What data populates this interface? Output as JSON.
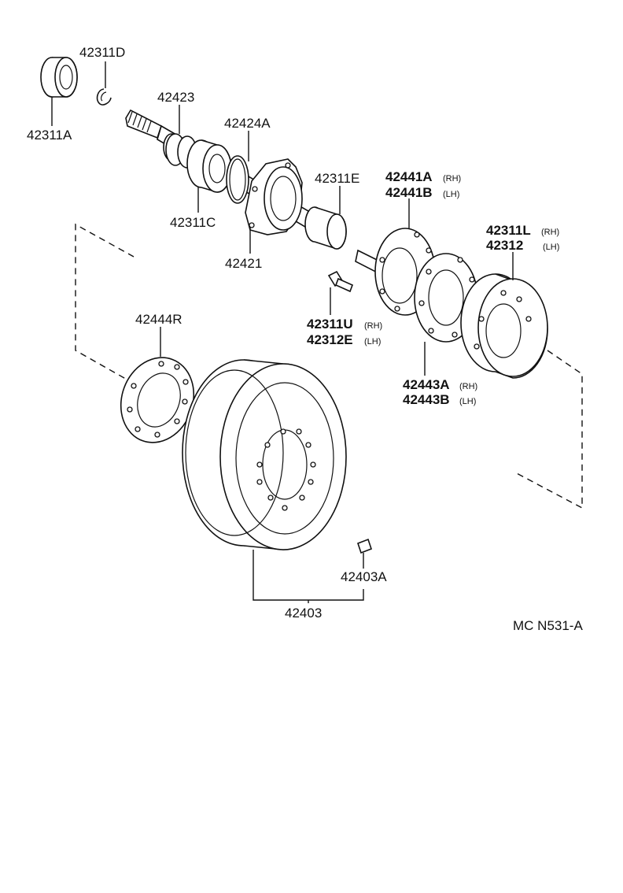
{
  "labels": {
    "p42311D": "42311D",
    "p42311A": "42311A",
    "p42423": "42423",
    "p42424A": "42424A",
    "p42311C": "42311C",
    "p42421": "42421",
    "p42311E": "42311E",
    "p42441A": "42441A",
    "p42441A_side": "(RH)",
    "p42441B": "42441B",
    "p42441B_side": "(LH)",
    "p42311L": "42311L",
    "p42311L_side": "(RH)",
    "p42312": "42312",
    "p42312_side": "(LH)",
    "p42311U": "42311U",
    "p42311U_side": "(RH)",
    "p42312E": "42312E",
    "p42312E_side": "(LH)",
    "p42444R": "42444R",
    "p42443A": "42443A",
    "p42443A_side": "(RH)",
    "p42443B": "42443B",
    "p42443B_side": "(LH)",
    "p42403A": "42403A",
    "p42403": "42403"
  },
  "diagram_code": "MC N531-A"
}
